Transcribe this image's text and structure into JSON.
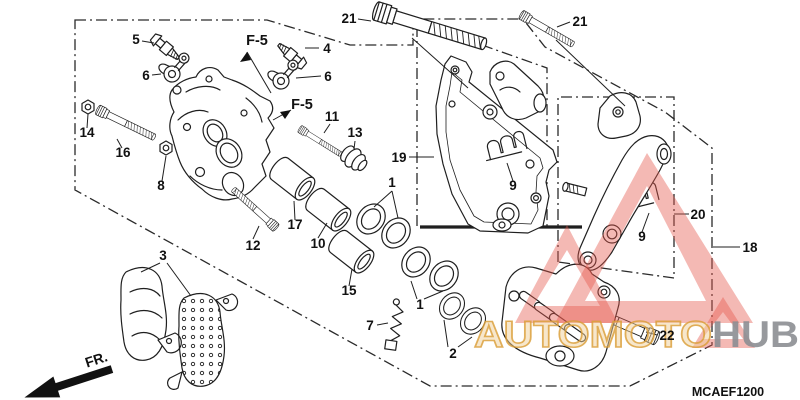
{
  "diagram": {
    "code": "MCAEF1200",
    "front_marker": "FR."
  },
  "watermark": {
    "brand_auto": "AUTOMOTO",
    "brand_hub": "HUB",
    "triangle_color": "#e4574c",
    "auto_fill_color": "#f0cf9a",
    "auto_stroke_color": "#d99c34",
    "hub_color": "#8c8e92"
  },
  "callouts": {
    "c1a": "1",
    "c1b": "1",
    "c2": "2",
    "c3": "3",
    "c4": "4",
    "c5": "5",
    "c6a": "6",
    "c6b": "6",
    "c7": "7",
    "c8": "8",
    "c9a": "9",
    "c9b": "9",
    "c10": "10",
    "c11": "11",
    "c12": "12",
    "c13": "13",
    "c14": "14",
    "c15": "15",
    "c16": "16",
    "c17": "17",
    "c18": "18",
    "c19": "19",
    "c20": "20",
    "c21a": "21",
    "c21b": "21",
    "c22": "22",
    "f5a": "F-5",
    "f5b": "F-5"
  }
}
